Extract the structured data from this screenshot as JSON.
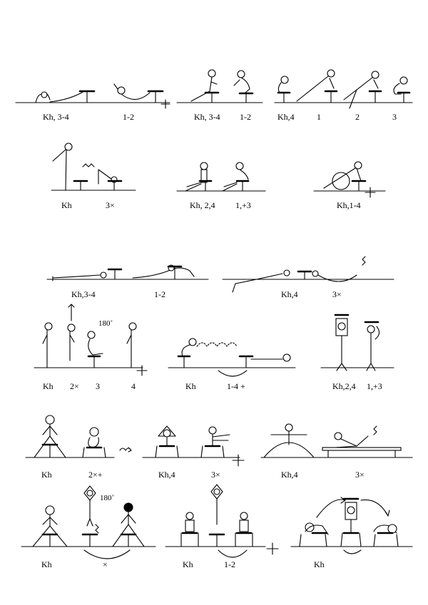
{
  "labels": {
    "r1": [
      "Kh, 3-4",
      "1-2",
      "Kh, 3-4",
      "1-2",
      "Kh,4",
      "1",
      "2",
      "3"
    ],
    "r2": [
      "Kh",
      "3×",
      "Kh, 2,4",
      "1,+3",
      "Kh,1-4"
    ],
    "r3": [
      "Kh,3-4",
      "1-2",
      "Kh,4",
      "3×"
    ],
    "r4": [
      "Kh",
      "2×",
      "3",
      "4",
      "180˚",
      "Kh",
      "1-4 +",
      "Kh,2,4",
      "1,+3"
    ],
    "r5": [
      "Kh",
      "2×+",
      "Kh,4",
      "3×",
      "Kh,4",
      "3×"
    ],
    "r6": [
      "Kh",
      "×",
      "180˚",
      "Kh",
      "1-2",
      "Kh"
    ]
  },
  "colors": {
    "ink": "#000000",
    "paper": "#ffffff"
  }
}
